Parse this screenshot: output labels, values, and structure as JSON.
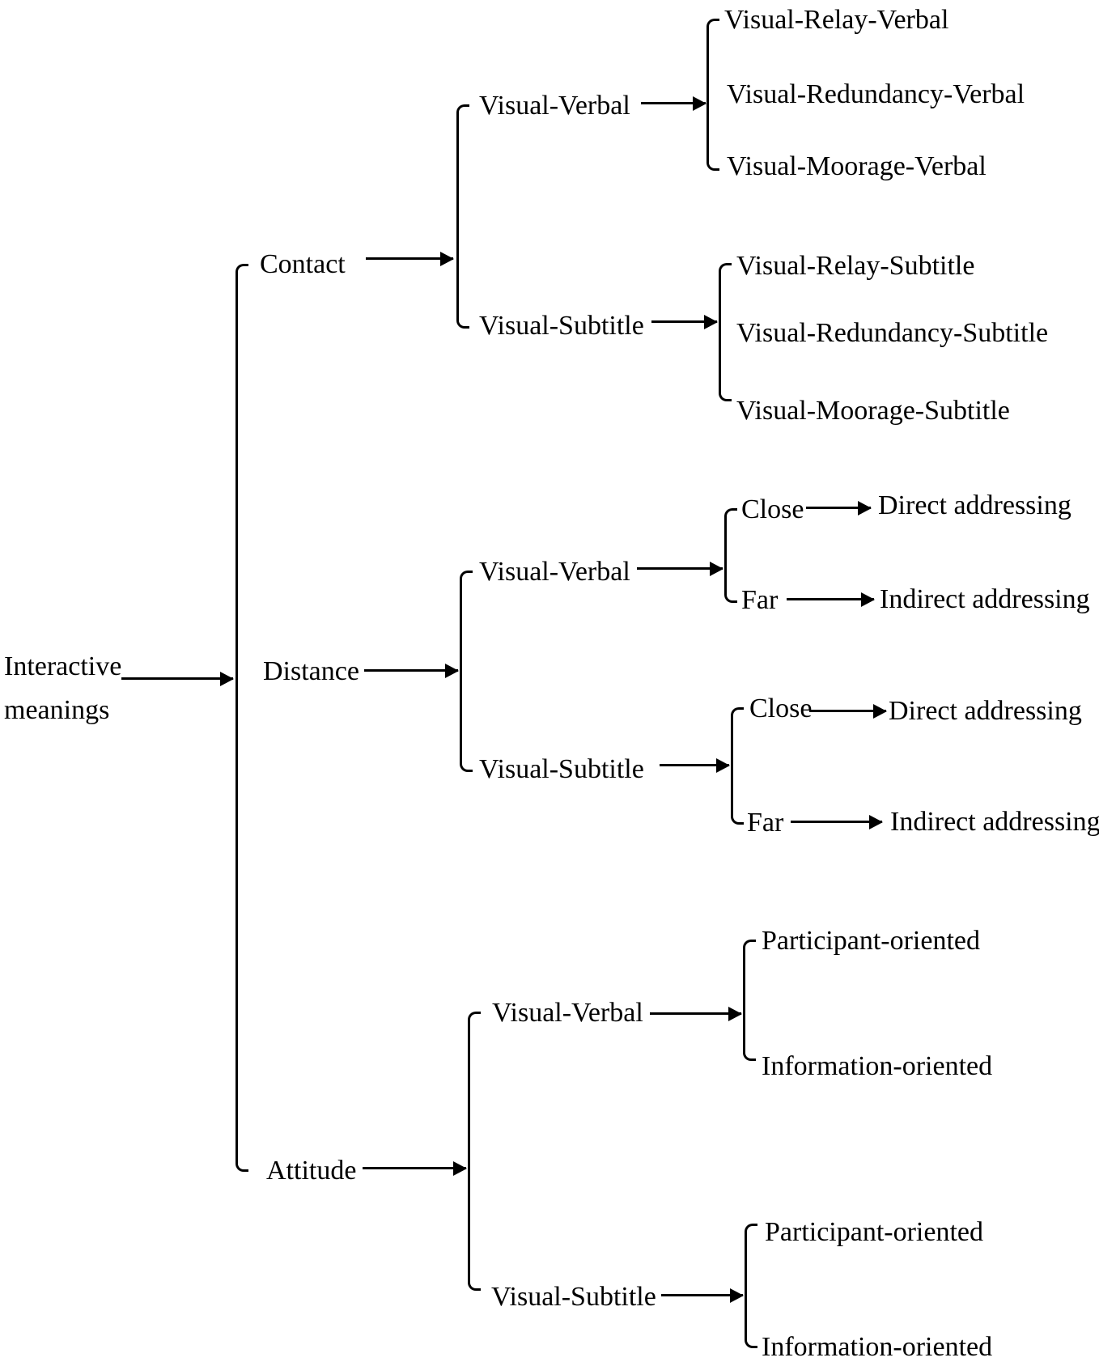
{
  "diagram": {
    "root": {
      "line1": "Interactive",
      "line2": "meanings"
    },
    "branches": {
      "contact": {
        "label": "Contact",
        "visual_verbal": {
          "label": "Visual-Verbal",
          "children": {
            "relay": "Visual-Relay-Verbal",
            "redundancy": "Visual-Redundancy-Verbal",
            "moorage": "Visual-Moorage-Verbal"
          }
        },
        "visual_subtitle": {
          "label": "Visual-Subtitle",
          "children": {
            "relay": "Visual-Relay-Subtitle",
            "redundancy": "Visual-Redundancy-Subtitle",
            "moorage": "Visual-Moorage-Subtitle"
          }
        }
      },
      "distance": {
        "label": "Distance",
        "visual_verbal": {
          "label": "Visual-Verbal",
          "close": {
            "label": "Close",
            "result": "Direct addressing"
          },
          "far": {
            "label": "Far",
            "result": "Indirect addressing"
          }
        },
        "visual_subtitle": {
          "label": "Visual-Subtitle",
          "close": {
            "label": "Close",
            "result": "Direct addressing"
          },
          "far": {
            "label": "Far",
            "result": "Indirect addressing"
          }
        }
      },
      "attitude": {
        "label": "Attitude",
        "visual_verbal": {
          "label": "Visual-Verbal",
          "children": {
            "participant": "Participant-oriented",
            "information": "Information-oriented"
          }
        },
        "visual_subtitle": {
          "label": "Visual-Subtitle",
          "children": {
            "participant": "Participant-oriented",
            "information": "Information-oriented"
          }
        }
      }
    },
    "colors": {
      "line": "#000000",
      "text": "#000000",
      "background": "#ffffff"
    }
  }
}
